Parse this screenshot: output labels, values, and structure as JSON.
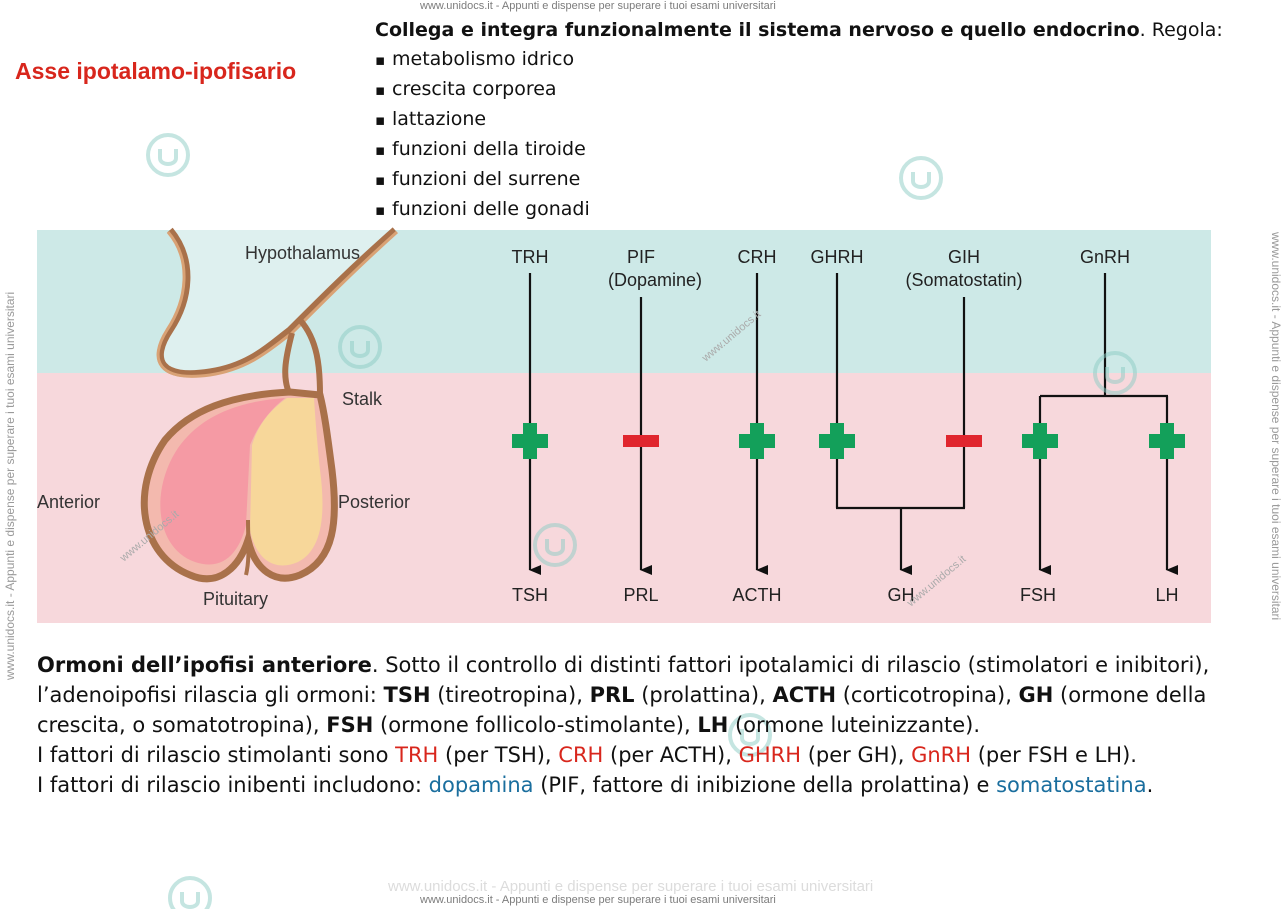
{
  "header": {
    "watermark_top": "www.unidocs.it - Appunti e dispense per superare i tuoi esami universitari",
    "title": "Asse  ipotalamo-ipofisario"
  },
  "intro": {
    "lead_bold": "Collega e integra funzionalmente il sistema nervoso e quello endocrino",
    "lead_tail": ". Regola:",
    "items": [
      "metabolismo idrico",
      "crescita corporea",
      "lattazione",
      "funzioni della tiroide",
      "funzioni del surrene",
      "funzioni delle gonadi"
    ]
  },
  "figure": {
    "anatomy_labels": {
      "hypothalamus": "Hypothalamus",
      "stalk": "Stalk",
      "anterior": "Anterior",
      "posterior": "Posterior",
      "pituitary": "Pituitary"
    },
    "factors": [
      "TRH",
      "PIF",
      "(Dopamine)",
      "CRH",
      "GHRH",
      "GIH",
      "(Somatostatin)",
      "GnRH"
    ],
    "hormones": [
      "TSH",
      "PRL",
      "ACTH",
      "GH",
      "FSH",
      "LH"
    ],
    "colors": {
      "upper_band": "#cde9e7",
      "lower_band": "#f7d8dc",
      "plus": "#13a05a",
      "minus": "#e0262e"
    }
  },
  "body": {
    "p1_bold": "Ormoni dell’ipofisi anteriore",
    "p1_a": ". Sotto il controllo di distinti fattori ipotalamici di rilascio (stimolatori e inibitori), l’adenoipofisi rilascia gli ormoni: ",
    "tsh": "TSH",
    "tsh_desc": " (tireotropina), ",
    "prl": "PRL",
    "prl_desc": " (prolattina), ",
    "acth": "ACTH",
    "acth_desc": " (corticotropina), ",
    "gh": "GH",
    "gh_desc": " (ormone della crescita, o somatotropina), ",
    "fsh": "FSH",
    "fsh_desc": " (ormone follicolo-stimolante), ",
    "lh": "LH",
    "lh_desc": " (ormone luteinizzante).",
    "p2_a": "I fattori di rilascio stimolanti sono ",
    "trh": "TRH",
    "p2_b": " (per TSH), ",
    "crh": "CRH",
    "p2_c": " (per ACTH), ",
    "ghrh": "GHRH",
    "p2_d": " (per GH), ",
    "gnrh": "GnRH",
    "p2_e": " (per FSH e LH).",
    "p3_a": "I fattori di rilascio inibenti includono: ",
    "dopamina": "dopamina",
    "p3_b": " (PIF, fattore di inibizione della prolattina) e ",
    "somatostatina": "somatostatina",
    "p3_c": "."
  },
  "watermarks": {
    "diag": "www.unidocs.it",
    "left_side": "www.unidocs.it - Appunti e dispense per superare i tuoi esami universitari",
    "right_side": "www.unidocs.it - Appunti e dispense per superare i tuoi esami universitari",
    "bottom_faded": "www.unidocs.it - Appunti e dispense per superare i tuoi esami universitari",
    "bottom": "www.unidocs.it - Appunti e dispense per superare i tuoi esami universitari"
  }
}
